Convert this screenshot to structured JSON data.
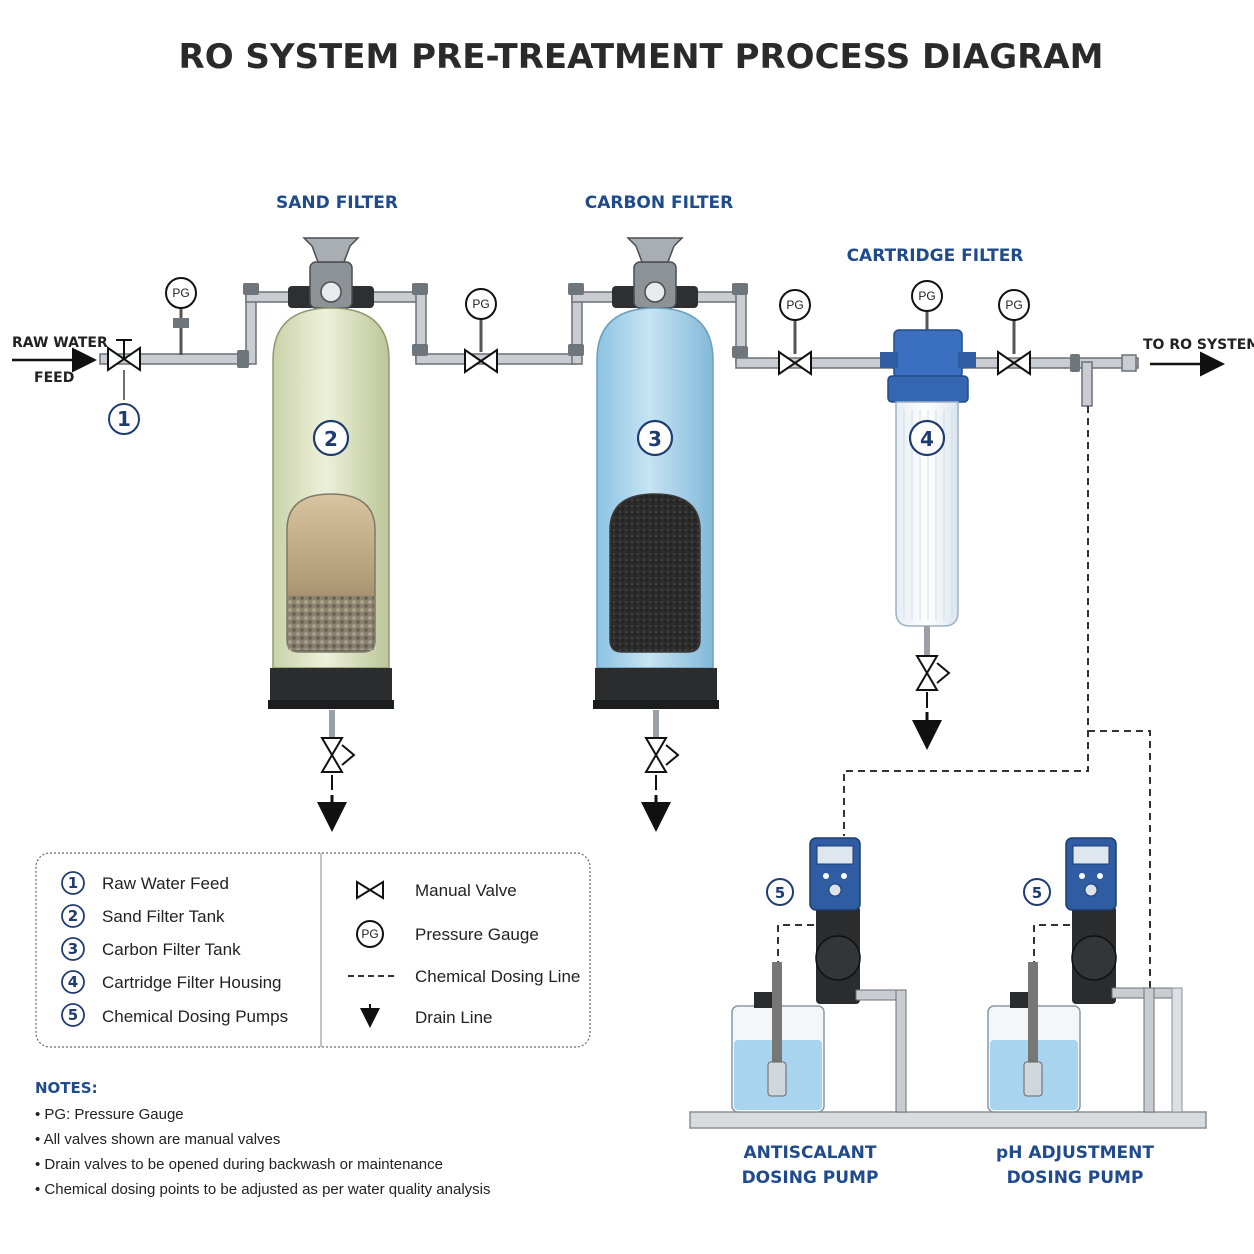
{
  "title": "RO SYSTEM PRE-TREATMENT PROCESS DIAGRAM",
  "flow": {
    "inlet_line1": "RAW WATER",
    "inlet_line2": "FEED",
    "outlet": "TO RO SYSTEM"
  },
  "equipment": {
    "sand_filter": "SAND FILTER",
    "carbon_filter": "CARBON FILTER",
    "cartridge_filter": "CARTRIDGE FILTER",
    "antiscalant_line1": "ANTISCALANT",
    "antiscalant_line2": "DOSING PUMP",
    "ph_line1": "pH ADJUSTMENT",
    "ph_line2": "DOSING PUMP"
  },
  "gauge_label": "PG",
  "markers": [
    "1",
    "2",
    "3",
    "4",
    "5"
  ],
  "legend": {
    "items": [
      {
        "num": "1",
        "label": "Raw Water Feed"
      },
      {
        "num": "2",
        "label": "Sand Filter Tank"
      },
      {
        "num": "3",
        "label": "Carbon Filter Tank"
      },
      {
        "num": "4",
        "label": "Cartridge Filter Housing"
      },
      {
        "num": "5",
        "label": "Chemical Dosing Pumps"
      }
    ],
    "symbols": [
      {
        "icon": "manual-valve-icon",
        "label": "Manual Valve"
      },
      {
        "icon": "pressure-gauge-icon",
        "label": "Pressure Gauge",
        "symbol_text": "PG"
      },
      {
        "icon": "dashed-line-icon",
        "label": "Chemical Dosing Line"
      },
      {
        "icon": "drain-arrow-icon",
        "label": "Drain Line"
      }
    ]
  },
  "notes": {
    "heading": "NOTES:",
    "items": [
      "• PG: Pressure Gauge",
      "• All valves shown are manual valves",
      "• Drain valves to be opened during backwash or maintenance",
      "• Chemical dosing points to be adjusted as per water quality analysis"
    ]
  },
  "colors": {
    "label_blue": "#1f4a8c",
    "sand_tank": "#dfe6c4",
    "carbon_tank": "#a9d3ea",
    "cartridge_blue": "#3b6fbf",
    "pipe_gray": "#c9cdd1"
  }
}
